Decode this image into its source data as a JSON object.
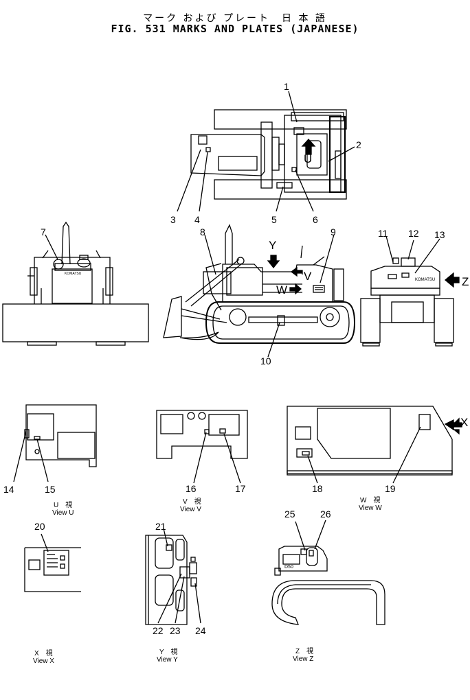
{
  "title": {
    "japanese": "マーク および プレート　日 本 語",
    "english": "FIG. 531  MARKS  AND  PLATES  (JAPANESE)"
  },
  "callouts": [
    "1",
    "2",
    "3",
    "4",
    "5",
    "6",
    "7",
    "8",
    "9",
    "10",
    "11",
    "12",
    "13",
    "14",
    "15",
    "16",
    "17",
    "18",
    "19",
    "20",
    "21",
    "22",
    "23",
    "24",
    "25",
    "26"
  ],
  "view_letters": {
    "y": "Y",
    "v": "V",
    "w": "W",
    "u": "U",
    "z": "Z",
    "x": "X"
  },
  "plate_text": {
    "komatsu": "KOMATSU",
    "d50": "D50"
  },
  "captions": {
    "u": {
      "jp": "U　視",
      "en": "View  U"
    },
    "v": {
      "jp": "V　視",
      "en": "View  V"
    },
    "w": {
      "jp": "W　視",
      "en": "View  W"
    },
    "x": {
      "jp": "X　視",
      "en": "View  X"
    },
    "y": {
      "jp": "Y　視",
      "en": "View  Y"
    },
    "z": {
      "jp": "Z　視",
      "en": "View  Z"
    }
  }
}
